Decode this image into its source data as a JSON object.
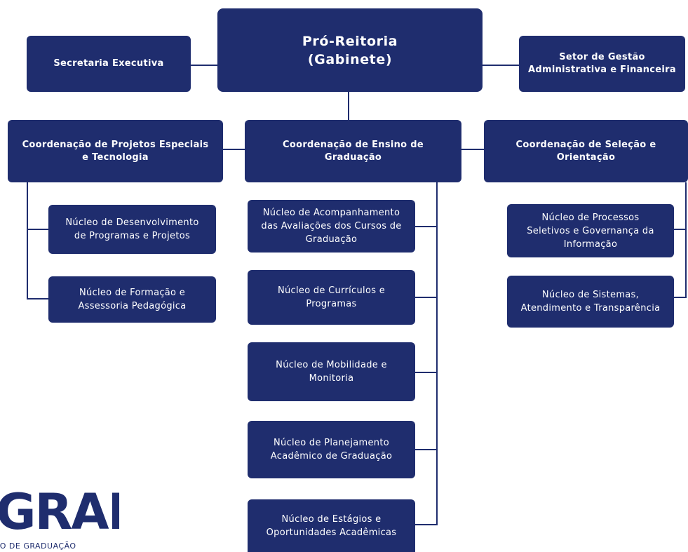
{
  "colors": {
    "box": "#1f2d6e",
    "line": "#1f2d6e",
    "text": "#ffffff"
  },
  "top": {
    "pro_reitoria": "Pró-Reitoria\n(Gabinete)",
    "secretaria": "Secretaria Executiva",
    "setor_gestao": "Setor de Gestão\nAdministrativa e Financeira"
  },
  "coordinations": {
    "projetos": "Coordenação de Projetos Especiais\ne Tecnologia",
    "ensino": "Coordenação de Ensino de\nGraduação",
    "selecao": "Coordenação de Seleção e\nOrientação"
  },
  "left_nucleos": [
    "Núcleo de Desenvolvimento\nde Programas e Projetos",
    "Núcleo de Formação e\nAssessoria Pedagógica"
  ],
  "center_nucleos": [
    "Núcleo de Acompanhamento\ndas Avaliações dos Cursos de\nGraduação",
    "Núcleo de Currículos e\nProgramas",
    "Núcleo de Mobilidade e\nMonitoria",
    "Núcleo de Planejamento\nAcadêmico de Graduação",
    "Núcleo de Estágios e\nOportunidades Acadêmicas"
  ],
  "right_nucleos": [
    "Núcleo de Processos\nSeletivos e Governança da\nInformação",
    "Núcleo de Sistemas,\nAtendimento e Transparência"
  ],
  "logo": {
    "text": "GRAD",
    "subtitle": "IO DE GRADUAÇÃO"
  }
}
